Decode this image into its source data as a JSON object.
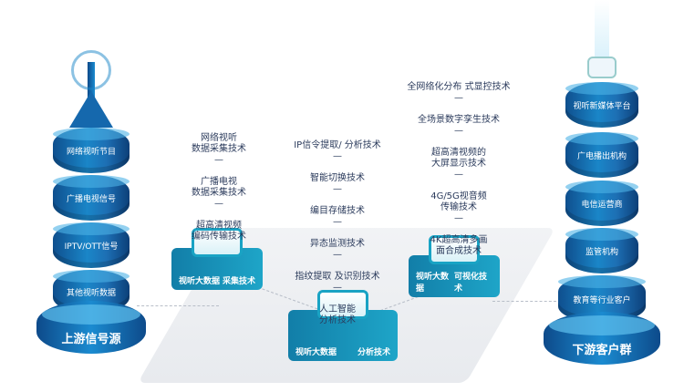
{
  "left_tower": {
    "segments": [
      "网络视听节目",
      "广播电视信号",
      "IPTV/OTT信号",
      "其他视听数据"
    ],
    "base_label": "上游信号源"
  },
  "right_tower": {
    "segments": [
      "视听新媒体平台",
      "广电播出机构",
      "电信运营商",
      "监管机构",
      "教育等行业客户"
    ],
    "base_label": "下游客户群"
  },
  "collect": {
    "block_labels": [
      "视听大数据",
      "采集技术"
    ],
    "techs": [
      "网络视听\n数据采集技术",
      "广播电视\n数据采集技术",
      "超高清视频\n编码传输技术"
    ]
  },
  "analyze": {
    "block_labels": [
      "视听大数据",
      "分析技术"
    ],
    "techs": [
      "IP信令提取/ 分析技术",
      "智能切换技术",
      "编目存储技术",
      "异态监测技术",
      "指纹提取 及识别技术",
      "人工智能\n分析技术"
    ]
  },
  "visualize": {
    "block_labels": [
      "视听大数据",
      "可视化技术"
    ],
    "techs": [
      "全网络化分布 式显控技术",
      "全场景数字孪生技术",
      "超高清视频的\n大屏显示技术",
      "4G/5G视音频\n传输技术",
      "4K超高清多画\n面合成技术"
    ]
  },
  "colors": {
    "primary": "#1a86c8",
    "teal": "#1ea5c8",
    "text": "#2b3b5c"
  }
}
